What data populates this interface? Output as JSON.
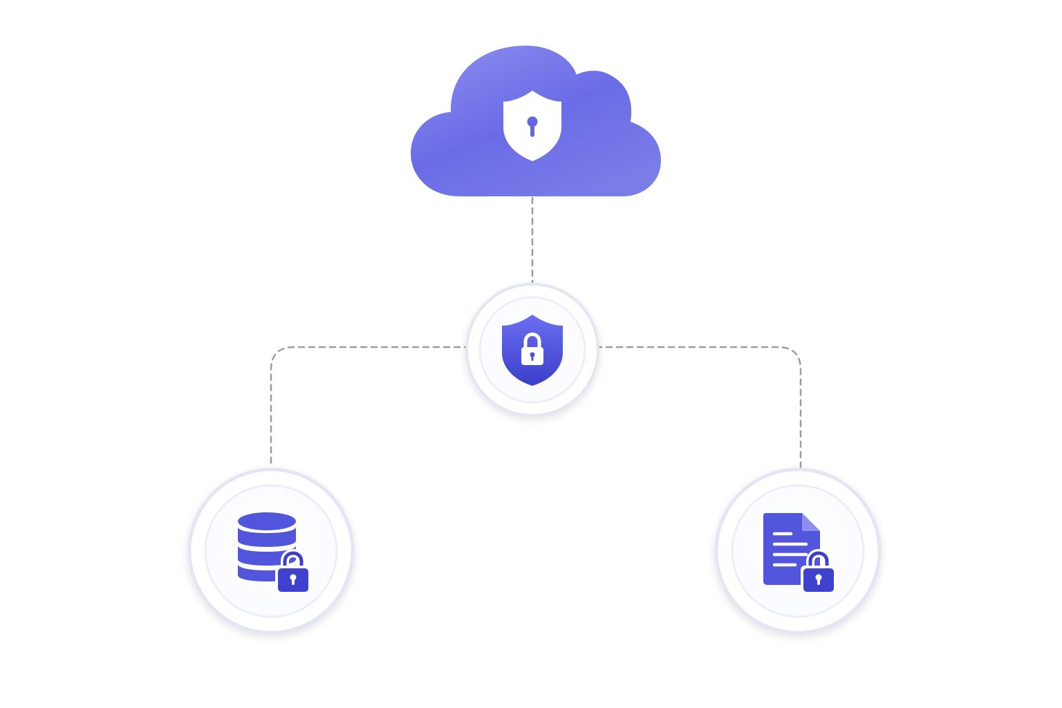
{
  "colors": {
    "accent": "#5a5ee0",
    "accent_dark": "#3b3fc9",
    "cloud_light": "#8f8ff0",
    "connector": "#9a9aa8",
    "node_ring": "#e4e6f3",
    "node_inner_ring": "#eceef8",
    "background": "#ffffff"
  },
  "nodes": [
    {
      "id": "cloud",
      "icon": "shield-keyhole-icon",
      "container": "cloud-shape"
    },
    {
      "id": "security-hub",
      "icon": "shield-lock-icon",
      "container": "circle"
    },
    {
      "id": "database",
      "icon": "database-lock-icon",
      "container": "circle"
    },
    {
      "id": "document",
      "icon": "document-lock-icon",
      "container": "circle"
    }
  ],
  "edges": [
    {
      "from": "cloud",
      "to": "security-hub",
      "style": "dashed"
    },
    {
      "from": "security-hub",
      "to": "database",
      "style": "dashed"
    },
    {
      "from": "security-hub",
      "to": "document",
      "style": "dashed"
    }
  ]
}
